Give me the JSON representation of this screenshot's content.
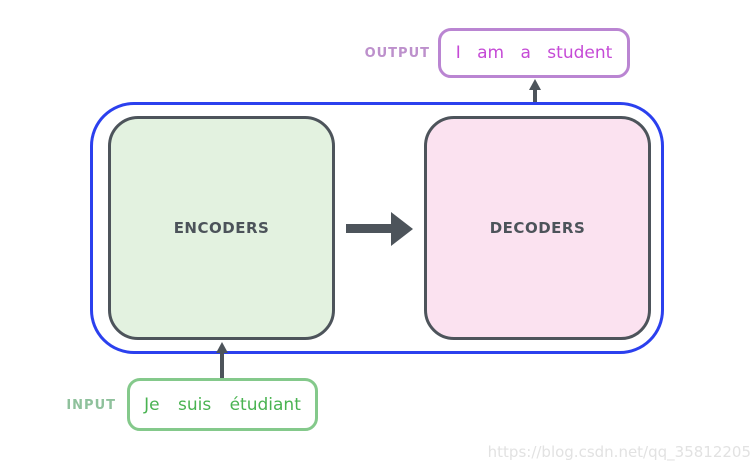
{
  "diagram": {
    "output": {
      "label": "OUTPUT",
      "text": "I am a student"
    },
    "input": {
      "label": "INPUT",
      "text": "Je suis étudiant"
    },
    "encoders": {
      "label": "ENCODERS"
    },
    "decoders": {
      "label": "DECODERS"
    },
    "watermark": "https://blog.csdn.net/qq_35812205"
  },
  "colors": {
    "container_border": "#2b40ee",
    "stack_border": "#4d545b",
    "stack_label_text": "#4c535a",
    "encoders_fill": "#e3f2e0",
    "decoders_fill": "#fbe2f0",
    "arrow": "#4d545b",
    "input_box_border": "#84c98b",
    "input_text": "#49b351",
    "input_label": "#8fc19c",
    "output_box_border": "#ba85d2",
    "output_text": "#c54ad6",
    "output_label": "#bd90cc",
    "watermark_text": "#e2e2e2",
    "background": "#ffffff"
  }
}
